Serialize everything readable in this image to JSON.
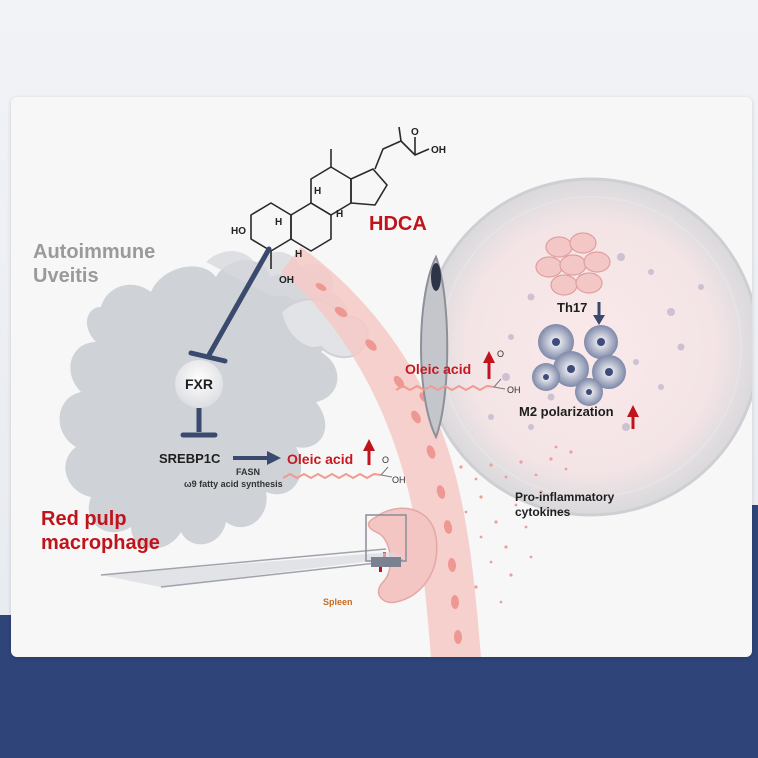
{
  "labels": {
    "autoimmune_line1": "Autoimmune",
    "autoimmune_line2": "Uveitis",
    "hdca": "HDCA",
    "fxr": "FXR",
    "srebp1c": "SREBP1C",
    "fasn": "FASN",
    "fatty_acid_synthesis": "ω9 fatty acid synthesis",
    "oleic_acid_macrophage": "Oleic acid",
    "oleic_acid_eye": "Oleic acid",
    "th17": "Th17",
    "m2_polarization": "M2 polarization",
    "pro_inflammatory_line1": "Pro-inflammatory",
    "pro_inflammatory_line2": "cytokines",
    "red_pulp_line1": "Red pulp",
    "red_pulp_line2": "macrophage",
    "spleen": "Spleen"
  },
  "molecule": {
    "hydroxyl_1": "HO",
    "hydroxyl_2": "OH",
    "hydroxyl_3": "OH",
    "hydrogen": "H",
    "oxygen": "O"
  },
  "acid_chem": {
    "o_1": "O",
    "oh_1": "OH",
    "o_2": "O",
    "oh_2": "OH"
  },
  "colors": {
    "accent_red": "#c0141c",
    "navy": "#3a4a6e",
    "macrophage_gray": "#c9ccd2",
    "vessel_pink": "#f5c3c0",
    "footer_blue": "#2f4478"
  }
}
